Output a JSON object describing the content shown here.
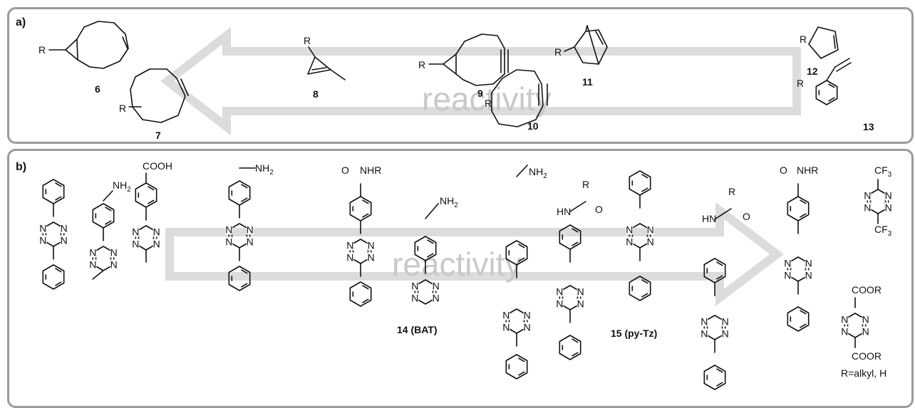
{
  "panel_a": {
    "label": "a)",
    "arrow_text": "reactivity",
    "compounds": [
      {
        "id": "6",
        "r": "R"
      },
      {
        "id": "7",
        "r": "R"
      },
      {
        "id": "8",
        "r": "R"
      },
      {
        "id": "9",
        "r": "R"
      },
      {
        "id": "10",
        "r": "R"
      },
      {
        "id": "11",
        "r": "R"
      },
      {
        "id": "12",
        "r": "R"
      },
      {
        "id": "13",
        "r": "R"
      }
    ]
  },
  "panel_b": {
    "label": "b)",
    "arrow_text": "reactivity",
    "atoms": {
      "n": "N",
      "r": "R",
      "o": "O",
      "hn": "HN",
      "nh2": "NH",
      "sub2": "2",
      "cooh": "COOH",
      "nhr": "NHR",
      "cf": "CF",
      "sub3": "3",
      "coor": "COOR"
    },
    "compound_labels": {
      "bat": "14 (BAT)",
      "pytz": "15 (py-Tz)"
    },
    "footnote": "R=alkyl, H"
  },
  "colors": {
    "frame": "#9a9a9a",
    "arrow": "#dcdcdc",
    "watermark": "#c9c9c9",
    "ink": "#111111"
  }
}
